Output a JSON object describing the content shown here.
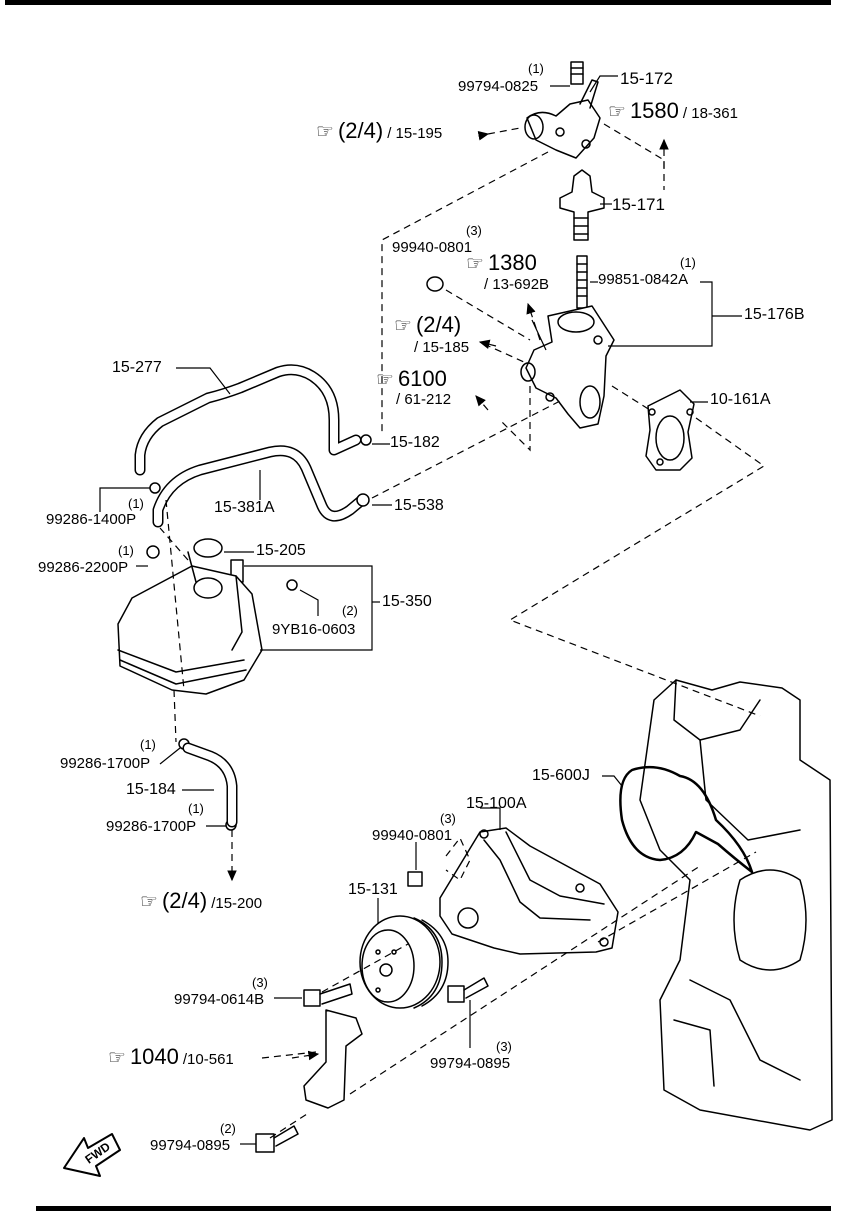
{
  "parts": {
    "p15_172": "15-172",
    "p15_171": "15-171",
    "p15_176B": "15-176B",
    "p10_161A": "10-161A",
    "p15_182": "15-182",
    "p15_277": "15-277",
    "p15_381A": "15-381A",
    "p15_538": "15-538",
    "p15_205": "15-205",
    "p15_350": "15-350",
    "p15_184": "15-184",
    "p15_600J": "15-600J",
    "p15_100A": "15-100A",
    "p15_131": "15-131"
  },
  "fasteners": {
    "f0825": {
      "code": "99794-0825",
      "qty": "(1)"
    },
    "f0801a": {
      "code": "99940-0801",
      "qty": "(3)"
    },
    "f0842A": {
      "code": "99851-0842A",
      "qty": "(1)"
    },
    "f1400P": {
      "code": "99286-1400P",
      "qty": "(1)"
    },
    "f2200P": {
      "code": "99286-2200P",
      "qty": "(1)"
    },
    "f0603": {
      "code": "9YB16-0603",
      "qty": "(2)"
    },
    "f1700Pa": {
      "code": "99286-1700P",
      "qty": "(1)"
    },
    "f1700Pb": {
      "code": "99286-1700P",
      "qty": "(1)"
    },
    "f0801b": {
      "code": "99940-0801",
      "qty": "(3)"
    },
    "f0614B": {
      "code": "99794-0614B",
      "qty": "(3)"
    },
    "f0895a": {
      "code": "99794-0895",
      "qty": "(3)"
    },
    "f0895b": {
      "code": "99794-0895",
      "qty": "(2)"
    }
  },
  "refs": {
    "r1": {
      "big": "(2/4)",
      "small": "/ 15-195"
    },
    "r2": {
      "big": "1580",
      "small": "/ 18-361"
    },
    "r3": {
      "big": "1380",
      "small": "/ 13-692B"
    },
    "r4": {
      "big": "(2/4)",
      "small": "/ 15-185"
    },
    "r5": {
      "big": "6100",
      "small": "/ 61-212"
    },
    "r6": {
      "big": "(2/4)",
      "small": "/15-200"
    },
    "r7": {
      "big": "1040",
      "small": "/10-561"
    }
  },
  "fwd_label": "FWD",
  "icon": "pointing-hand-icon"
}
